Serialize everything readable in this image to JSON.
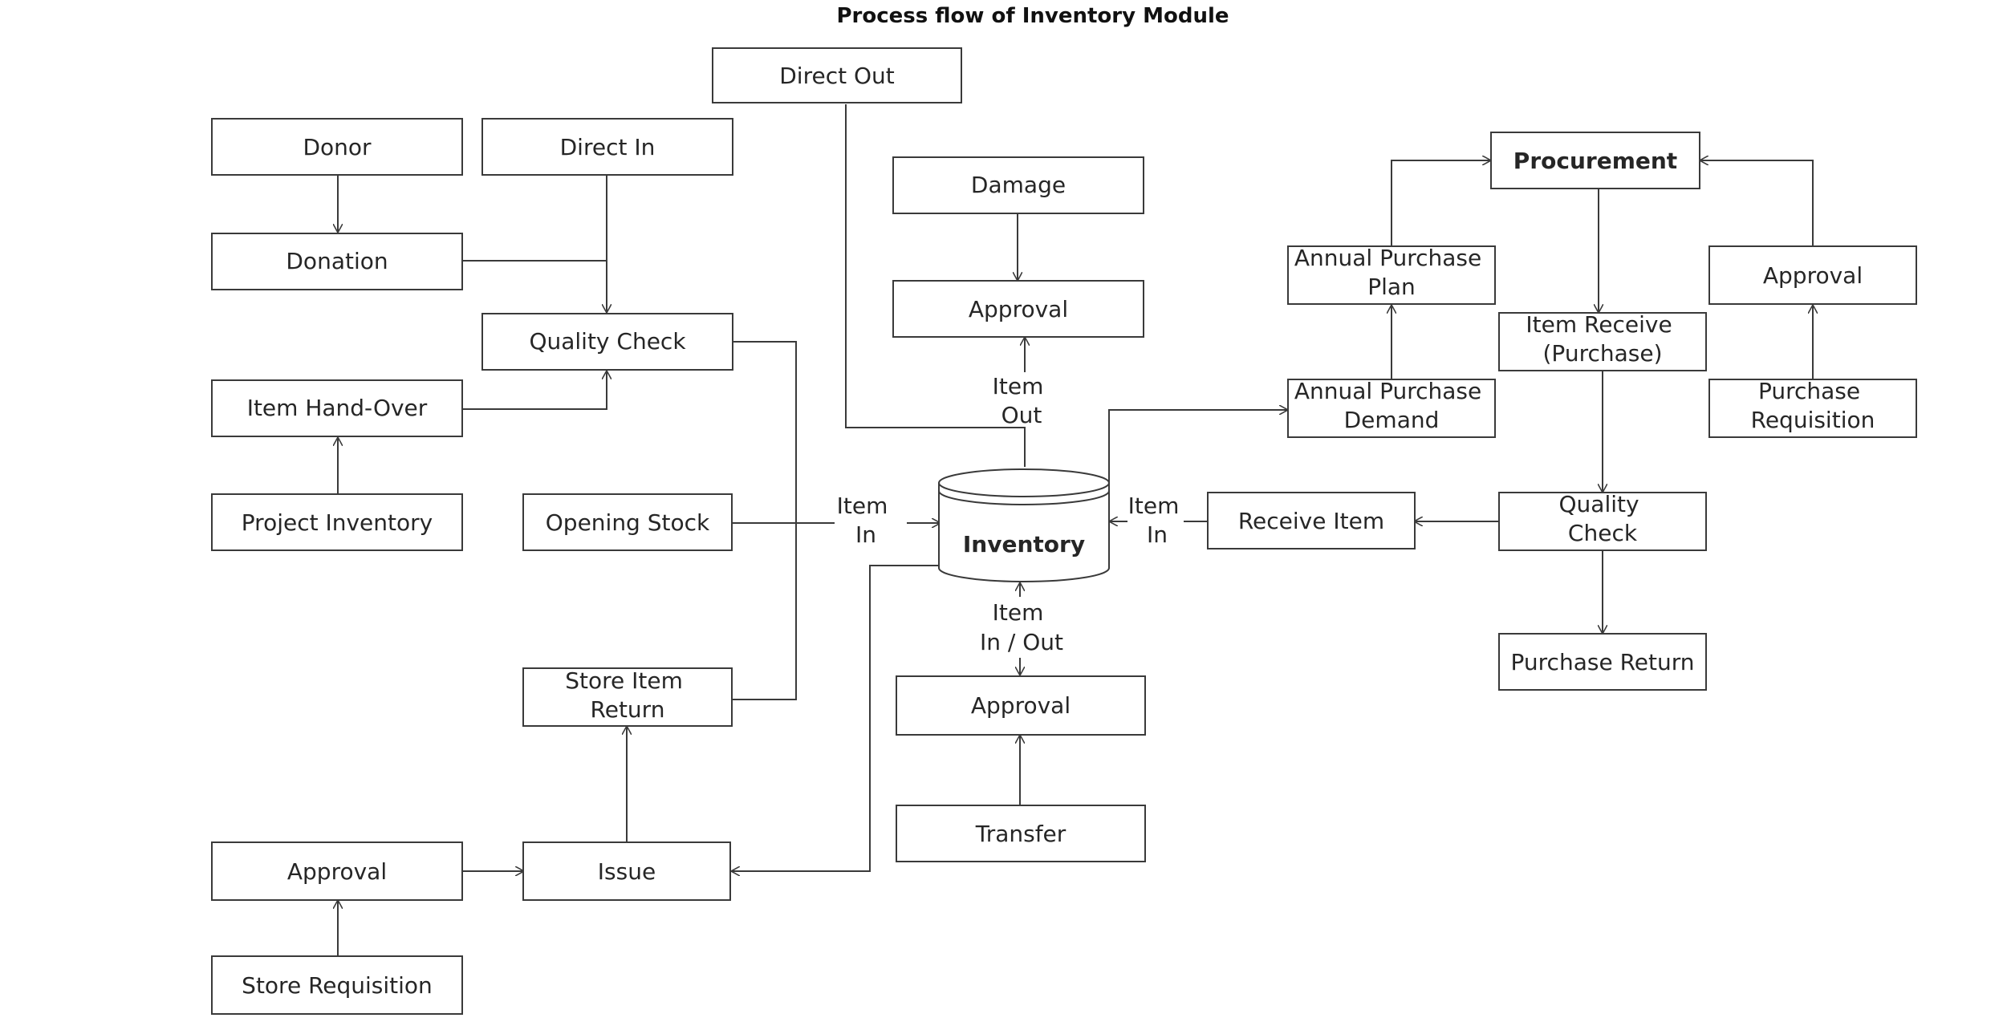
{
  "title": "Process flow of Inventory Module",
  "nodes": {
    "direct_out": [
      "Direct Out"
    ],
    "donor": [
      "Donor"
    ],
    "direct_in": [
      "Direct In"
    ],
    "damage": [
      "Damage"
    ],
    "procurement": [
      "Procurement"
    ],
    "donation": [
      "Donation"
    ],
    "annual_purchase_plan": [
      "Annual Purchase",
      "Plan"
    ],
    "approval_proc": [
      "Approval"
    ],
    "approval_damage": [
      "Approval"
    ],
    "quality_check_left": [
      "Quality Check"
    ],
    "item_receive_purchase": [
      "Item Receive",
      "(Purchase)"
    ],
    "item_hand_over": [
      "Item Hand-Over"
    ],
    "annual_purchase_demand": [
      "Annual Purchase",
      "Demand"
    ],
    "purchase_requisition": [
      "Purchase",
      "Requisition"
    ],
    "project_inventory": [
      "Project Inventory"
    ],
    "opening_stock": [
      "Opening Stock"
    ],
    "inventory": [
      "Inventory"
    ],
    "receive_item": [
      "Receive Item"
    ],
    "quality_check_right": [
      "Quality",
      "Check"
    ],
    "purchase_return": [
      "Purchase Return"
    ],
    "store_item_return": [
      "Store Item",
      "Return"
    ],
    "approval_transfer": [
      "Approval"
    ],
    "transfer": [
      "Transfer"
    ],
    "approval_issue": [
      "Approval"
    ],
    "issue": [
      "Issue"
    ],
    "store_requisition": [
      "Store Requisition"
    ]
  },
  "edge_labels": {
    "item_out": [
      "Item",
      "Out"
    ],
    "item_in_left": [
      "Item",
      "In"
    ],
    "item_in_right": [
      "Item",
      "In"
    ],
    "item_in_out": [
      "Item",
      "In / Out"
    ]
  }
}
